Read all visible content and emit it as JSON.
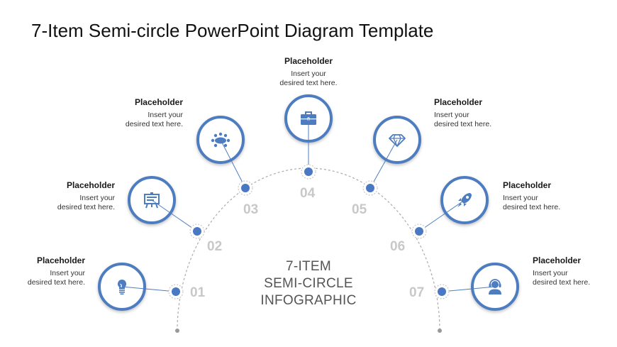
{
  "title": "7-Item Semi-circle PowerPoint Diagram Template",
  "center_text": [
    "7-ITEM",
    "SEMI-CIRCLE",
    "INFOGRAPHIC"
  ],
  "items": [
    {
      "number": "01",
      "heading": "Placeholder",
      "lines": [
        "Insert your",
        "desired text here."
      ],
      "icon": "lightbulb-icon"
    },
    {
      "number": "02",
      "heading": "Placeholder",
      "lines": [
        "Insert your",
        "desired text here."
      ],
      "icon": "billboard-icon"
    },
    {
      "number": "03",
      "heading": "Placeholder",
      "lines": [
        "Insert your",
        "desired text here."
      ],
      "icon": "meeting-table-icon"
    },
    {
      "number": "04",
      "heading": "Placeholder",
      "lines": [
        "Insert your",
        "desired text here."
      ],
      "icon": "briefcase-icon"
    },
    {
      "number": "05",
      "heading": "Placeholder",
      "lines": [
        "Insert your",
        "desired text here."
      ],
      "icon": "diamond-icon"
    },
    {
      "number": "06",
      "heading": "Placeholder",
      "lines": [
        "Insert your",
        "desired text here."
      ],
      "icon": "rocket-icon"
    },
    {
      "number": "07",
      "heading": "Placeholder",
      "lines": [
        "Insert your",
        "desired text here."
      ],
      "icon": "support-agent-icon"
    }
  ],
  "colors": {
    "accent": "#4d7dc0",
    "dot": "#4a78c2",
    "number": "#c8c8c8",
    "arc": "#aaaaaa"
  }
}
